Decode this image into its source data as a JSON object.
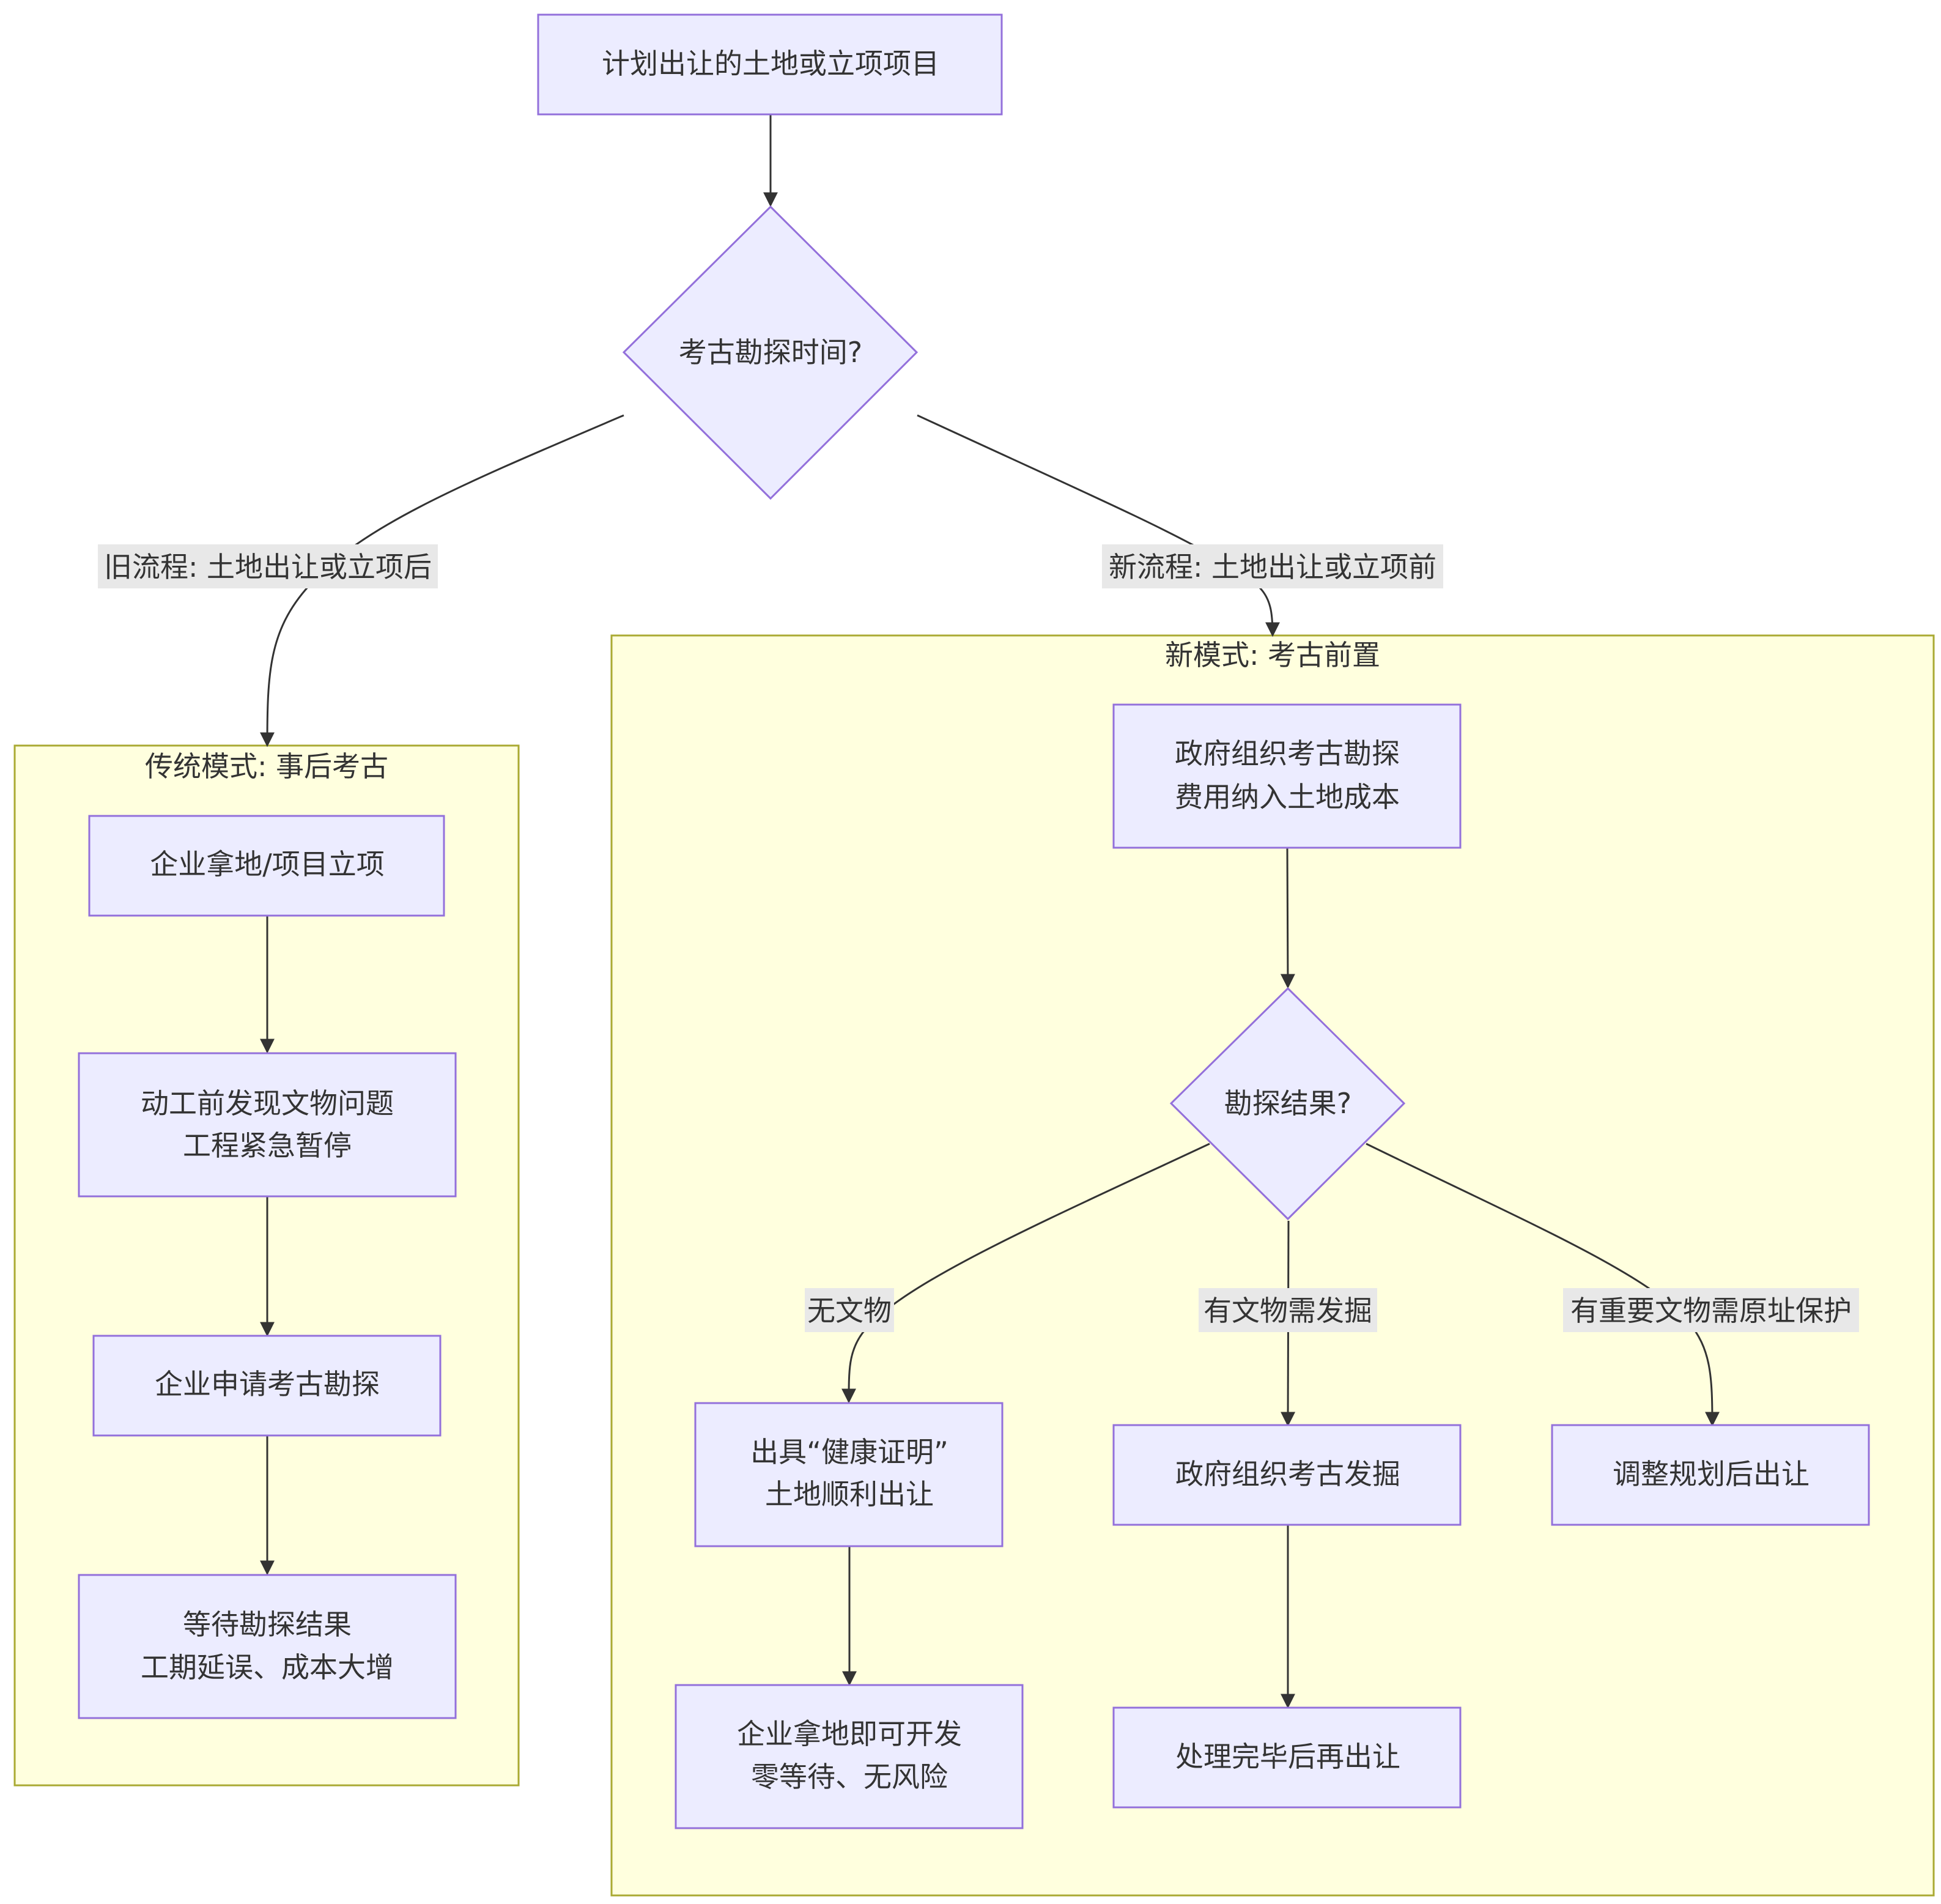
{
  "nodes": {
    "start": "计划出让的土地或立项项目",
    "decision_time": "考古勘探时间?",
    "old_1": "企业拿地/项目立项",
    "old_2_line1": "动工前发现文物问题",
    "old_2_line2": "工程紧急暂停",
    "old_3": "企业申请考古勘探",
    "old_4_line1": "等待勘探结果",
    "old_4_line2": "工期延误、成本大增",
    "new_1_line1": "政府组织考古勘探",
    "new_1_line2": "费用纳入土地成本",
    "decision_result": "勘探结果?",
    "new_none_1_line1": "出具“健康证明”",
    "new_none_1_line2": "土地顺利出让",
    "new_none_2_line1": "企业拿地即可开发",
    "new_none_2_line2": "零等待、无风险",
    "new_dig_1": "政府组织考古发掘",
    "new_dig_2": "处理完毕后再出让",
    "new_protect_1": "调整规划后出让"
  },
  "clusters": {
    "old": "传统模式: 事后考古",
    "new": "新模式: 考古前置"
  },
  "edge_labels": {
    "old_flow": "旧流程: 土地出让或立项后",
    "new_flow": "新流程: 土地出让或立项前",
    "no_relics": "无文物",
    "relics_dig": "有文物需发掘",
    "relics_protect": "有重要文物需原址保护"
  },
  "colors": {
    "node_fill": "#ECECFF",
    "node_stroke": "#9370DB",
    "cluster_fill": "#ffffde",
    "cluster_stroke": "#aaaa33",
    "edge": "#333333",
    "label_bg": "#e8e8e8"
  }
}
